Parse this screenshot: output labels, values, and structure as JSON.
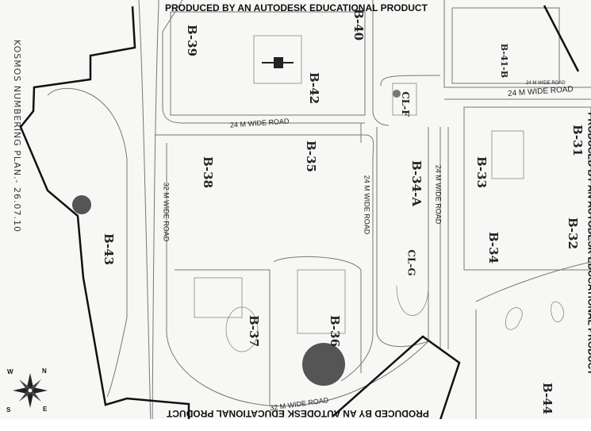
{
  "watermark": "PRODUCED BY AN AUTODESK EDUCATIONAL PRODUCT",
  "plan_title": "KOSMOS NUMBERING PLAN.- 26.07.10",
  "blocks": {
    "b39": "B-39",
    "b40": "B-40",
    "b42": "B-42",
    "clf": "CL-F",
    "b41b": "B-41-B",
    "b31": "B-31",
    "b33": "B-33",
    "b34a": "B-34-A",
    "b35": "B-35",
    "b38": "B-38",
    "b43": "B-43",
    "b37": "B-37",
    "b36": "B-36",
    "clg": "CL-G",
    "b34": "B-34",
    "b32": "B-32",
    "b44": "B-44"
  },
  "roads": {
    "r24_top_right": "24 M WIDE ROAD",
    "r24_top_right_small": "24 M WIDE ROAD",
    "r24_center": "24 M WIDE ROAD",
    "r24_vertical_left": "24 M WIDE ROAD",
    "r24_vertical_right": "24 M WIDE ROAD",
    "r32_vertical": "32 M WIDE ROAD",
    "r32_bottom": "32 M WIDE ROAD"
  },
  "compass": {
    "n": "N",
    "e": "E",
    "s": "S",
    "w": "W"
  },
  "colors": {
    "boundary": "#111111",
    "marker": "#555555",
    "lines": "#666666",
    "background": "#f7f7f5"
  }
}
